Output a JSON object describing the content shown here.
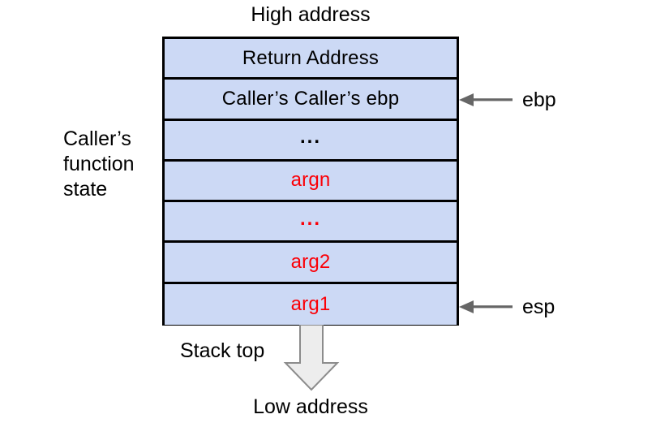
{
  "diagram": {
    "title_top": "High address",
    "title_bottom": "Low address",
    "stack_top_label": "Stack top",
    "left_label": "Caller’s function state",
    "left_label_lines": [
      "Caller’s",
      "function",
      "state"
    ],
    "colors": {
      "cell_fill": "#ccd9f5",
      "cell_border": "#000000",
      "highlight_text": "#fb0007",
      "normal_text": "#000000",
      "pointer_arrow": "#666666",
      "block_arrow_fill": "#ededed",
      "block_arrow_stroke": "#808080",
      "background": "#ffffff"
    },
    "stack_rows": [
      {
        "label": "Return Address",
        "style": "normal"
      },
      {
        "label": "Caller’s Caller’s ebp",
        "style": "normal"
      },
      {
        "label": "...",
        "style": "dots"
      },
      {
        "label": "argn",
        "style": "red"
      },
      {
        "label": "...",
        "style": "red-dots"
      },
      {
        "label": "arg2",
        "style": "red"
      },
      {
        "label": "arg1",
        "style": "red"
      }
    ],
    "pointers": [
      {
        "label": "ebp",
        "icon": "left-arrow-icon",
        "targets_row": 1
      },
      {
        "label": "esp",
        "icon": "left-arrow-icon",
        "targets_row": 6
      }
    ]
  }
}
